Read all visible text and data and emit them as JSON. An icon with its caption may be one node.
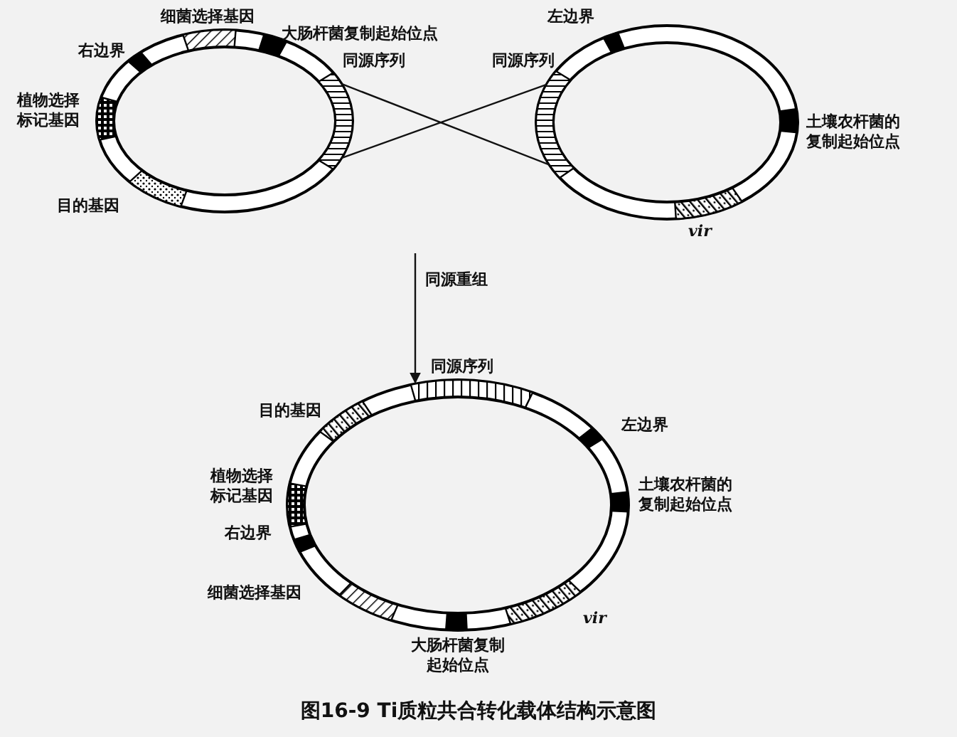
{
  "diagram": {
    "caption": "图16-9 Ti质粒共合转化载体结构示意图",
    "nodes": [
      {
        "text": [],
        "shape": "circle"
      },
      {
        "text": [
          "同源序列"
        ],
        "in": 0
      },
      {
        "text": [],
        "shape": "circle"
      },
      {
        "text": [
          "同源序列"
        ],
        "in": 2
      },
      {
        "text": [],
        "shape": "circle"
      }
    ],
    "edges": [
      {
        "from": 1,
        "to": 3,
        "arrow": "none"
      },
      {
        "from": 1,
        "to": 3,
        "arrow": "none"
      },
      {
        "from": null,
        "to": 4,
        "arrow": "to",
        "label": "同源重组"
      }
    ],
    "labels": [
      "细菌选择基因",
      "大肠杆菌复制起始位点",
      "右边界",
      "植物选择标记基因",
      "目的基因",
      "左边界",
      "土壤农杆菌的复制起始位点",
      "vir",
      "同源序列",
      "目的基因",
      "左边界",
      "植物选择标记基因",
      "土壤农杆菌的复制起始位点",
      "右边界",
      "细菌选择基因",
      "vir",
      "大肠杆菌复制起始位点"
    ]
  }
}
